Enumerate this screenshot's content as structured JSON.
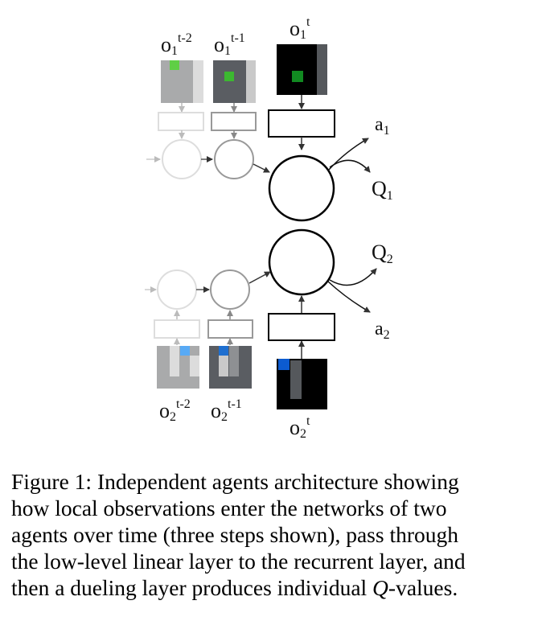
{
  "diagram": {
    "agent1": {
      "obs_labels": [
        {
          "base": "o",
          "sub": "1",
          "sup": "t-2"
        },
        {
          "base": "o",
          "sub": "1",
          "sup": "t-1"
        },
        {
          "base": "o",
          "sub": "1",
          "sup": "t"
        }
      ],
      "action_label": {
        "base": "a",
        "sub": "1"
      },
      "q_label": {
        "base": "Q",
        "sub": "1"
      }
    },
    "agent2": {
      "obs_labels": [
        {
          "base": "o",
          "sub": "2",
          "sup": "t-2"
        },
        {
          "base": "o",
          "sub": "2",
          "sup": "t-1"
        },
        {
          "base": "o",
          "sub": "2",
          "sup": "t"
        }
      ],
      "action_label": {
        "base": "a",
        "sub": "2"
      },
      "q_label": {
        "base": "Q",
        "sub": "2"
      }
    },
    "colors": {
      "green_light": "#5fcf45",
      "green": "#3cb830",
      "green_dark": "#118a21",
      "blue_light": "#58aaf5",
      "blue": "#1e6fd0",
      "blue_dark": "#0c5bd0"
    }
  },
  "caption": {
    "lines": [
      "Figure 1: Independent agents architecture showing",
      "how local observations enter the networks of two",
      "agents over time (three steps shown), pass through",
      "the low-level linear layer to the recurrent layer, and"
    ],
    "last_line_prefix": "then a dueling layer produces individual ",
    "last_line_italic": "Q",
    "last_line_suffix": "-values."
  }
}
